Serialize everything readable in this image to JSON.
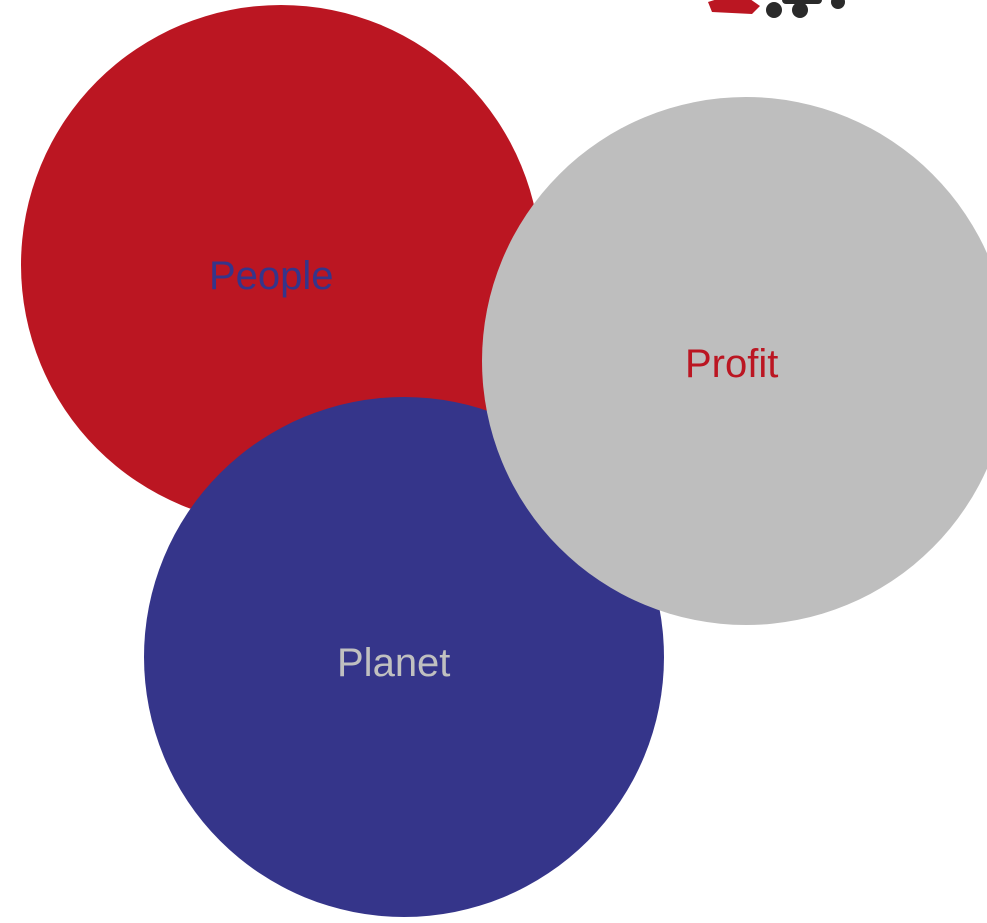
{
  "diagram": {
    "circles": [
      {
        "id": "people",
        "label": "People",
        "fill": "#bb1622",
        "text_color": "#35358a"
      },
      {
        "id": "planet",
        "label": "Planet",
        "fill": "#35358a",
        "text_color": "#c0c0c0"
      },
      {
        "id": "profit",
        "label": "Profit",
        "fill": "#bebebe",
        "text_color": "#bb1622"
      }
    ],
    "corner_graphic": {
      "primary_color": "#bb1622",
      "secondary_color": "#2a2a2a"
    }
  }
}
